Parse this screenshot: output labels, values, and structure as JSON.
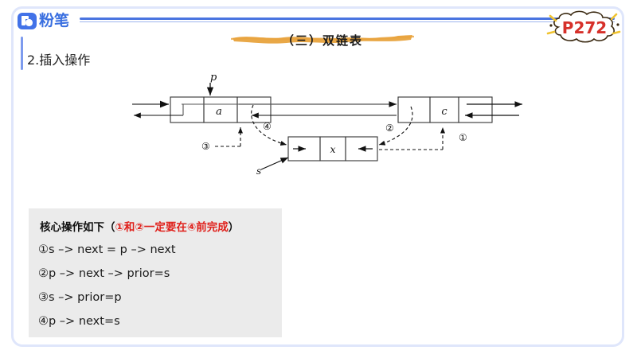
{
  "brand": {
    "logo_text": "粉笔",
    "logo_mark": "fb-logo-icon",
    "accent_color": "#4272e8"
  },
  "header": {
    "title": "（三）双链表",
    "page_badge": "P272",
    "badge_color": "#d6302a",
    "rule_color": "#4a74e0",
    "brush_color": "#e8a33d"
  },
  "section": {
    "heading": "2.插入操作"
  },
  "diagram": {
    "name": "doubly-linked-list-insertion-diagram",
    "node_p": {
      "label": "p",
      "value": "a"
    },
    "node_c": {
      "label": "",
      "value": "c"
    },
    "node_s": {
      "label": "s",
      "value": "x"
    },
    "steps": [
      "①",
      "②",
      "③",
      "④"
    ],
    "pointer_labels": {
      "p": "p",
      "s": "s"
    }
  },
  "note": {
    "head_prefix": "核心操作如下（",
    "head_red": "①和②一定要在④前完成",
    "head_suffix": "）",
    "lines": [
      "①s –> next = p –> next",
      "②p –> next –> prior=s",
      "③s –> prior=p",
      "④p –> next=s"
    ],
    "bg_color": "#ebebeb",
    "red_color": "#e0201b"
  }
}
